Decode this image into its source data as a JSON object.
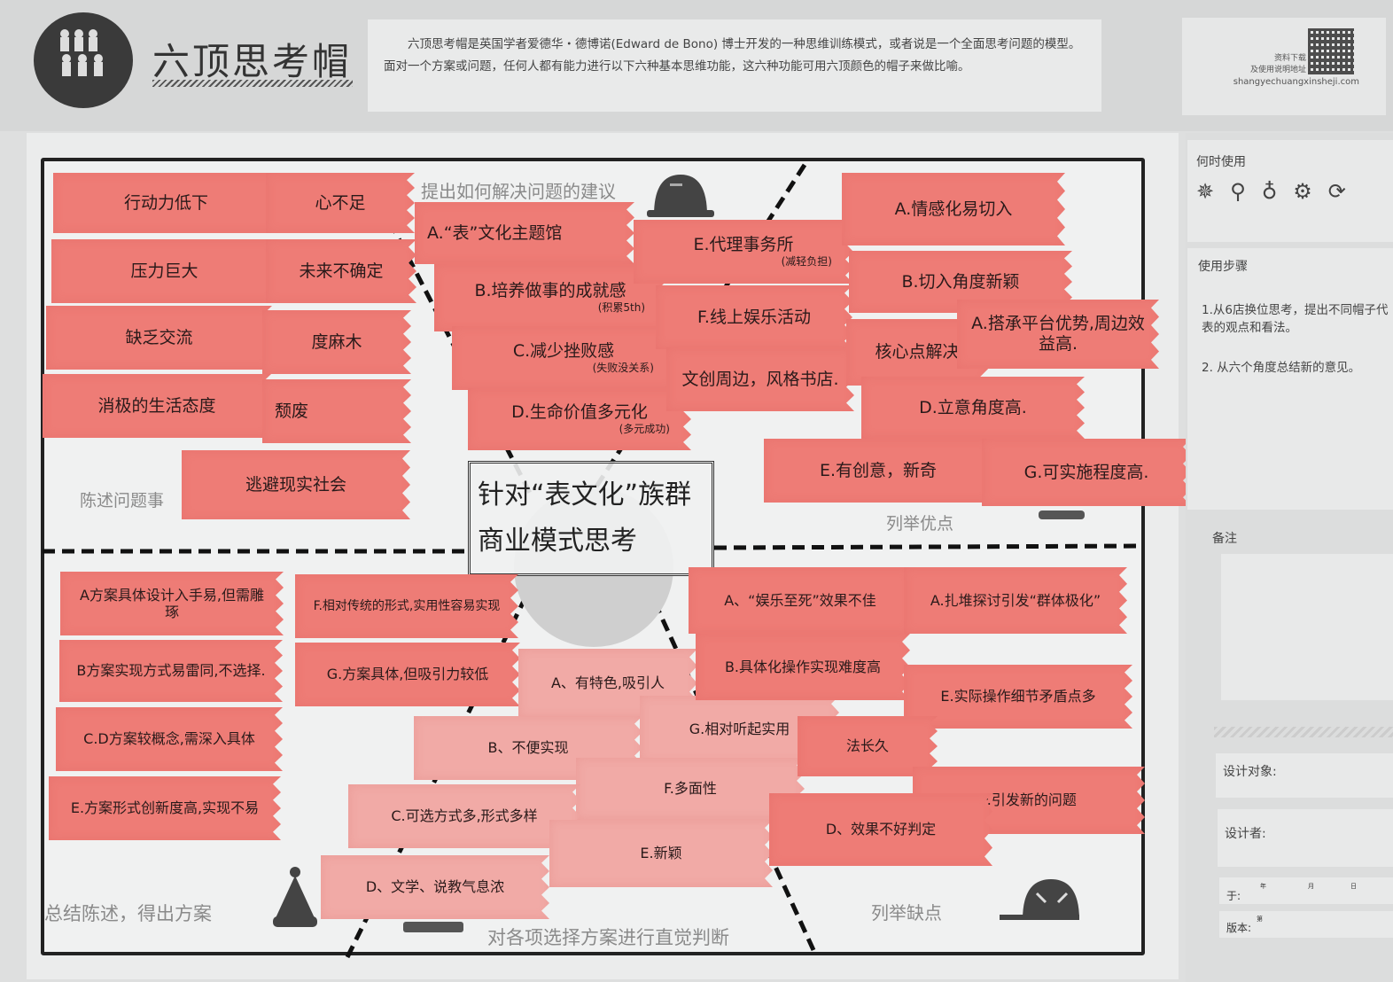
{
  "header": {
    "title": "六顶思考帽",
    "description": "六顶思考帽是英国学者爱德华・德博诺(Edward de Bono) 博士开发的一种思维训练模式，或者说是一个全面思考问题的模型。面对一个方案或问题，任何人都有能力进行以下六种基本思维功能，这六种功能可用六顶颜色的帽子来做比喻。",
    "qr": {
      "label_1": "资料下载",
      "label_2": "及使用说明地址",
      "url": "shangyechuangxinsheji.com"
    }
  },
  "board": {
    "center_title": [
      "针对“表文化”族群",
      "商业模式思考"
    ],
    "labels": {
      "top_left": "陈述问题事",
      "top_center": "提出如何解决问题的建议",
      "top_right": "列举优点",
      "bottom_left": "总结陈述，得出方案",
      "bottom_center": "对各项选择方案进行直觉判断",
      "bottom_right": "列举缺点"
    },
    "problems": [
      "行动力低下",
      "心不足",
      "压力巨大",
      "未来不确定",
      "缺乏交流",
      "度麻木",
      "消极的生活态度",
      "颓废",
      "逃避现实社会"
    ],
    "suggestions": [
      {
        "text": "A.“表”文化主题馆"
      },
      {
        "text": "B.培养做事的成就感",
        "sub": "(积累5th)"
      },
      {
        "text": "C.减少挫败感",
        "sub": "(失败没关系)"
      },
      {
        "text": "D.生命价值多元化",
        "sub": "(多元成功)"
      },
      {
        "text": "E.代理事务所",
        "sub": "(减轻负担)"
      },
      {
        "text": "F.线上娱乐活动"
      },
      {
        "text": "文创周边，风格书店."
      }
    ],
    "advantages": [
      "A.情感化易切入",
      "B.切入角度新颖",
      "核心点解决",
      "A.搭承平台优势,周边效益高.",
      "D.立意角度高.",
      "E.有创意，新奇",
      "G.可实施程度高."
    ],
    "conclusions": [
      "A方案具体设计入手易,但需雕琢",
      "B方案实现方式易雷同,不选择.",
      "C.D方案较概念,需深入具体",
      "E.方案形式创新度高,实现不易",
      "F.相对传统的形式,实用性容易实现",
      "G.方案具体,但吸引力较低"
    ],
    "intuitions": [
      "A、有特色,吸引人",
      "B、不便实现",
      "G.相对听起实用",
      "F.多面性",
      "C.可选方式多,形式多样",
      "E.新颖",
      "D、文学、说教气息浓"
    ],
    "disadvantages": [
      "A、“娱乐至死”效果不佳",
      "A.扎堆探讨引发“群体极化”",
      "B.具体化操作实现难度高",
      "E.实际操作细节矛盾点多",
      "法长久",
      "F.引发新的问题",
      "D、效果不好判定"
    ]
  },
  "sidebar": {
    "when_to_use": "何时使用",
    "icons": [
      "compass-icon",
      "search-icon",
      "lightbulb-icon",
      "gear-icon",
      "refresh-icon"
    ],
    "steps_title": "使用步骤",
    "steps": [
      "1.从6店换位思考，提出不同帽子代表的观点和看法。",
      "2. 从六个角度总结新的意见。"
    ],
    "notes_label": "备注",
    "design_target_label": "设计对象:",
    "designer_label": "设计者:",
    "date_label": "于:",
    "date_year": "年",
    "date_month": "月",
    "date_day": "日",
    "version_label": "版本:",
    "version_suffix": "第"
  },
  "colors": {
    "note_dark": "#ee7c76",
    "note_light": "#f1aaa6",
    "frame": "#222222"
  }
}
